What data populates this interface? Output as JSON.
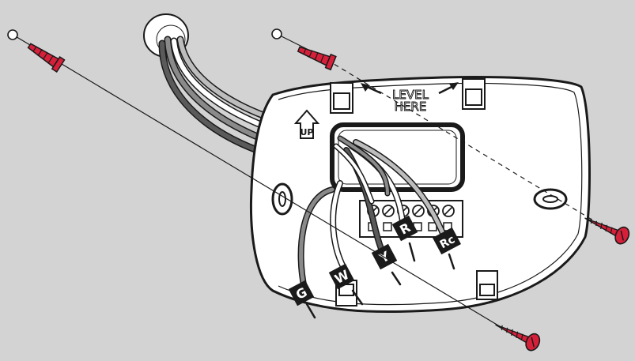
{
  "diagram": {
    "level_text": [
      "LEVEL",
      "HERE"
    ],
    "up_text": "UP",
    "wire_labels": {
      "g": "G",
      "w": "W",
      "y": "Y",
      "r": "R",
      "rc": "Rc"
    }
  },
  "colors": {
    "background": "#d3d3d3",
    "plate": "#ffffff",
    "outline": "#1a1a1a",
    "anchor": "#d6203a",
    "screw": "#d6203a"
  }
}
